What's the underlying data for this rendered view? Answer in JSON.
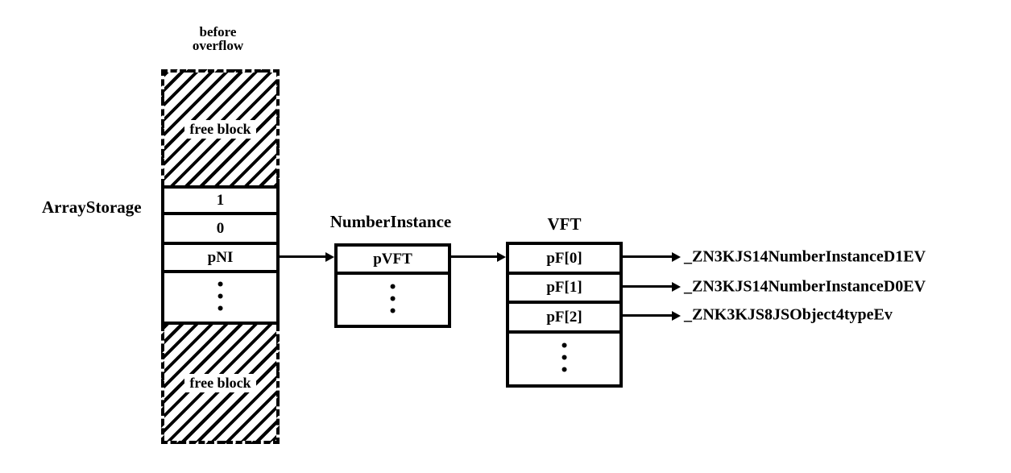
{
  "diagram": {
    "colors": {
      "ink": "#000000",
      "background": "#ffffff"
    },
    "array_storage": {
      "label": "ArrayStorage",
      "heading_line1": "before",
      "heading_line2": "overflow",
      "free_block_label": "free block",
      "cells": [
        "1",
        "0",
        "pNI"
      ]
    },
    "number_instance": {
      "title": "NumberInstance",
      "cells": [
        "pVFT"
      ]
    },
    "vft": {
      "title": "VFT",
      "cells": [
        "pF[0]",
        "pF[1]",
        "pF[2]"
      ]
    },
    "symbols": [
      "_ZN3KJS14NumberInstanceD1EV",
      "_ZN3KJS14NumberInstanceD0EV",
      "_ZNK3KJS8JSObject4typeEv"
    ],
    "ellipsis": "•\n•\n•"
  }
}
